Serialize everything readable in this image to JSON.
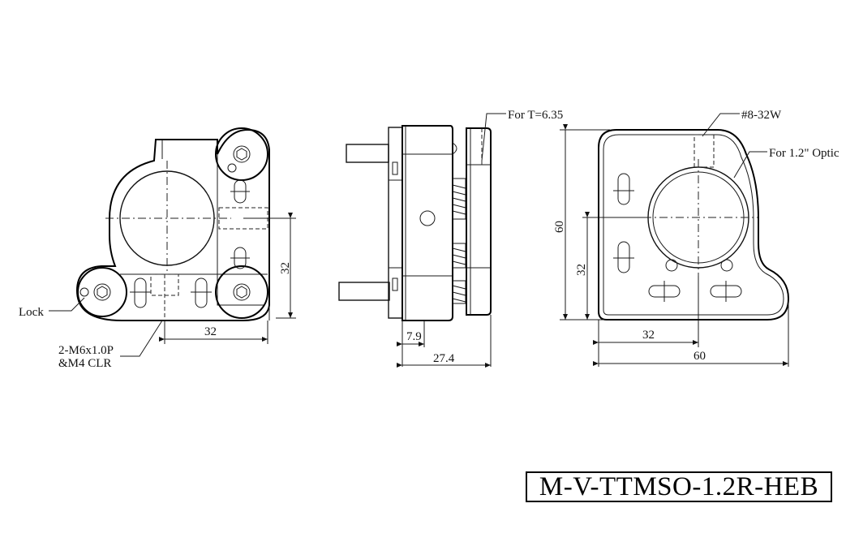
{
  "labels": {
    "lock": "Lock",
    "thread_line1": "2-M6x1.0P",
    "thread_line2": "&M4 CLR",
    "for_t": "For T=6.35",
    "screw": "#8-32W",
    "optic": "For 1.2\" Optic"
  },
  "dimensions": {
    "front_width": "32",
    "front_height": "32",
    "side_offset": "7.9",
    "side_depth": "27.4",
    "back_height_total": "60",
    "back_height_half": "32",
    "back_width_half": "32",
    "back_width_total": "60"
  },
  "title": "M-V-TTMSO-1.2R-HEB"
}
